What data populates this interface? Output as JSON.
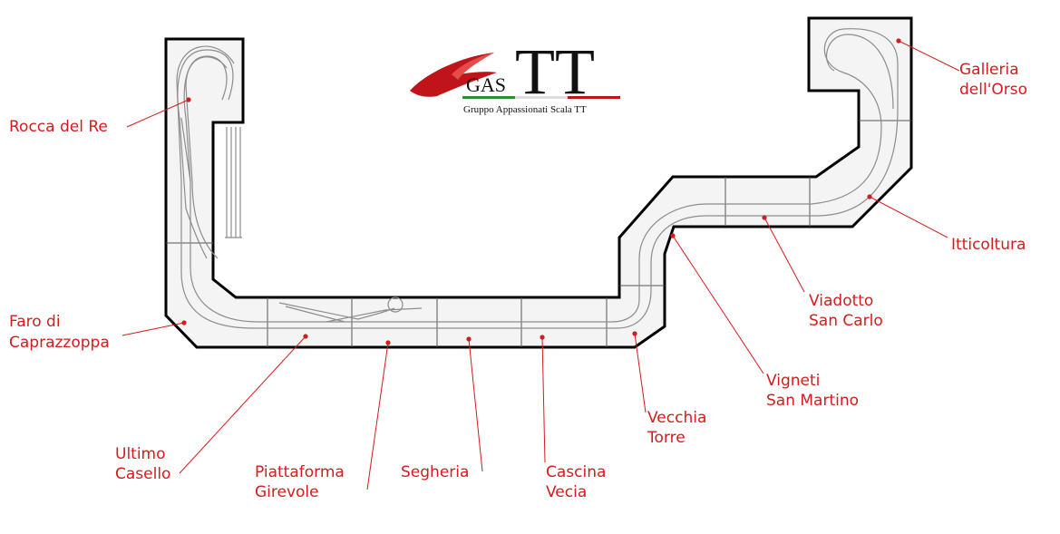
{
  "logo": {
    "gas": "GAS",
    "tt": "TT",
    "subtitle": "Gruppo Appassionati Scala TT"
  },
  "colors": {
    "label": "#d41c1c",
    "leader": "#d41c1c",
    "outline": "#000000",
    "board_fill": "#f4f4f4",
    "track": "#8c8c8c",
    "logo_red": "#c0141b",
    "logo_green": "#2e8b3a"
  },
  "labels": {
    "rocca": "Rocca del Re",
    "faro_1": "Faro di",
    "faro_2": "Caprazzoppa",
    "ultimo_1": "Ultimo",
    "ultimo_2": "Casello",
    "piattaforma_1": "Piattaforma",
    "piattaforma_2": "Girevole",
    "segheria": "Segheria",
    "cascina_1": "Cascina",
    "cascina_2": "Vecia",
    "vecchia_1": "Vecchia",
    "vecchia_2": "Torre",
    "vigneti_1": "Vigneti",
    "vigneti_2": "San Martino",
    "viadotto_1": "Viadotto",
    "viadotto_2": "San Carlo",
    "itticoltura": "Itticoltura",
    "galleria_1": "Galleria",
    "galleria_2": "dell'Orso"
  }
}
